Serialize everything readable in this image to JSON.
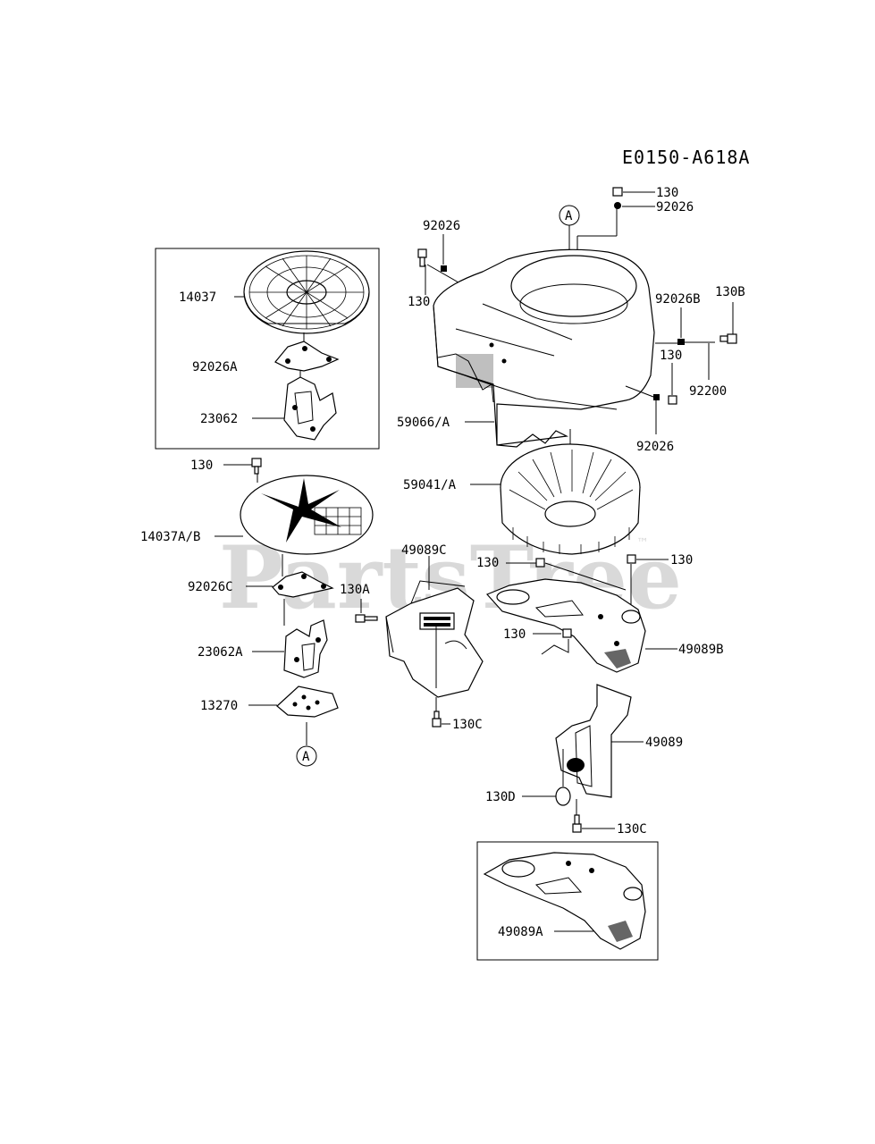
{
  "diagram_code": "E0150-A618A",
  "watermark": "PartsTree",
  "watermark_tm": "™",
  "ref_marker": "A",
  "labels": {
    "l130_top": "130",
    "l92026_top": "92026",
    "l92026_left": "92026",
    "l130_left": "130",
    "l14037": "14037",
    "l92026A": "92026A",
    "l23062": "23062",
    "l92026B": "92026B",
    "l130B": "130B",
    "l130_right": "130",
    "l92200": "92200",
    "l59066A": "59066/A",
    "l92026_right": "92026",
    "l130_mid": "130",
    "l59041A": "59041/A",
    "l14037AB": "14037A/B",
    "l49089C": "49089C",
    "l130_fan_left": "130",
    "l130_fan_right": "130",
    "l92026C": "92026C",
    "l130A": "130A",
    "l23062A": "23062A",
    "l130_baffle": "130",
    "l49089B": "49089B",
    "l13270": "13270",
    "l130C_mid": "130C",
    "l49089": "49089",
    "l130D": "130D",
    "l130C_low": "130C",
    "l49089A": "49089A"
  }
}
